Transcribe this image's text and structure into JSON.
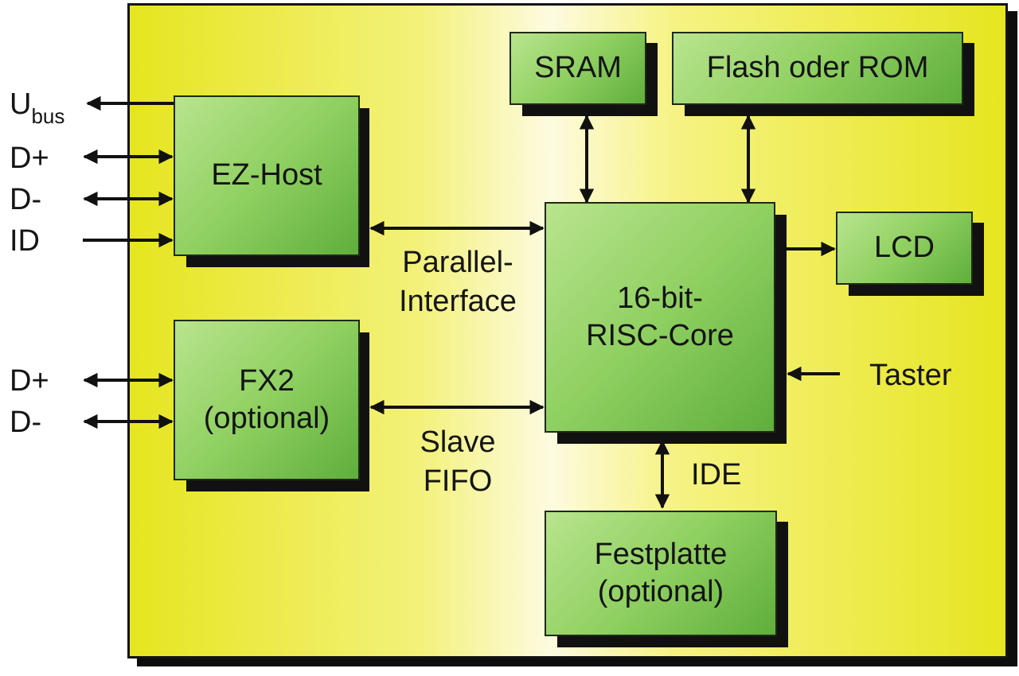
{
  "blocks": {
    "ez_host": "EZ-Host",
    "fx2": {
      "line1": "FX2",
      "line2": "(optional)"
    },
    "sram": "SRAM",
    "flash": "Flash oder ROM",
    "core": {
      "line1": "16-bit-",
      "line2": "RISC-Core"
    },
    "lcd": "LCD",
    "hdd": {
      "line1": "Festplatte",
      "line2": "(optional)"
    }
  },
  "signals": {
    "ubus_main": "U",
    "ubus_sub": "bus",
    "dplus": "D+",
    "dminus": "D-",
    "id": "ID",
    "dplus2": "D+",
    "dminus2": "D-",
    "taster": "Taster"
  },
  "links": {
    "parallel_1": "Parallel-",
    "parallel_2": "Interface",
    "slave": "Slave",
    "fifo": "FIFO",
    "ide": "IDE"
  },
  "colors": {
    "board_yellow": "#e6e520",
    "block_green": "#8fd061",
    "line": "#111111"
  }
}
